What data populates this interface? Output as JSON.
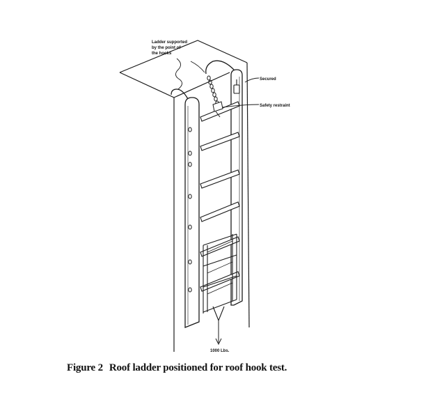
{
  "callouts": {
    "support_line1": "Ladder supported",
    "support_line2": "by the point of",
    "support_line3": "the hooks",
    "secured": "Secured",
    "safety_restraint": "Safety restraint",
    "load": "1000 Lbs."
  },
  "caption": {
    "figure_number": "Figure 2",
    "text": "Roof ladder positioned for roof hook test."
  }
}
